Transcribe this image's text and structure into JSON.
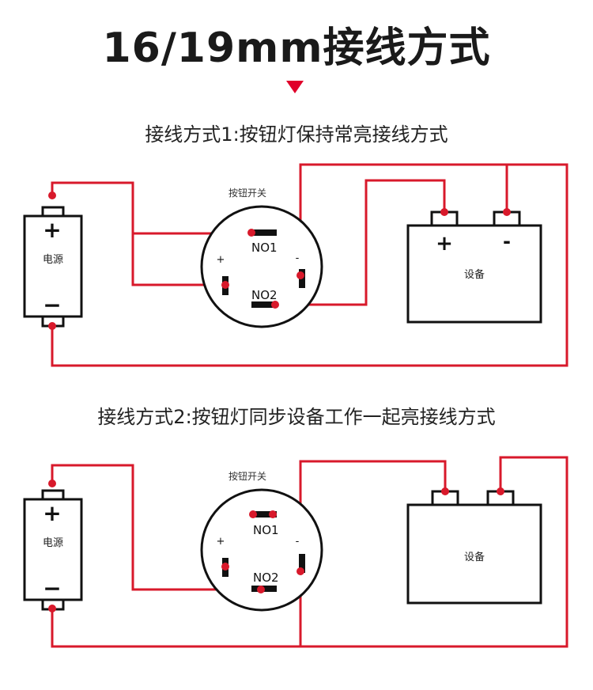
{
  "title": "16/19mm接线方式",
  "colors": {
    "wire": "#d8192b",
    "outline": "#111111",
    "arrow": "#e0002a"
  },
  "method1": {
    "heading": "接线方式1:按钮灯保持常亮接线方式",
    "switch_label": "按钮开关",
    "power_label": "电源",
    "power_plus": "+",
    "power_minus": "−",
    "device_label": "设备",
    "device_plus": "+",
    "device_minus": "-",
    "no1": "NO1",
    "no2": "NO2",
    "pin_plus": "+",
    "pin_minus": "-"
  },
  "method2": {
    "heading": "接线方式2:按钮灯同步设备工作一起亮接线方式",
    "switch_label": "按钮开关",
    "power_label": "电源",
    "power_plus": "+",
    "power_minus": "−",
    "device_label": "设备",
    "no1": "NO1",
    "no2": "NO2",
    "pin_plus": "+",
    "pin_minus": "-"
  }
}
